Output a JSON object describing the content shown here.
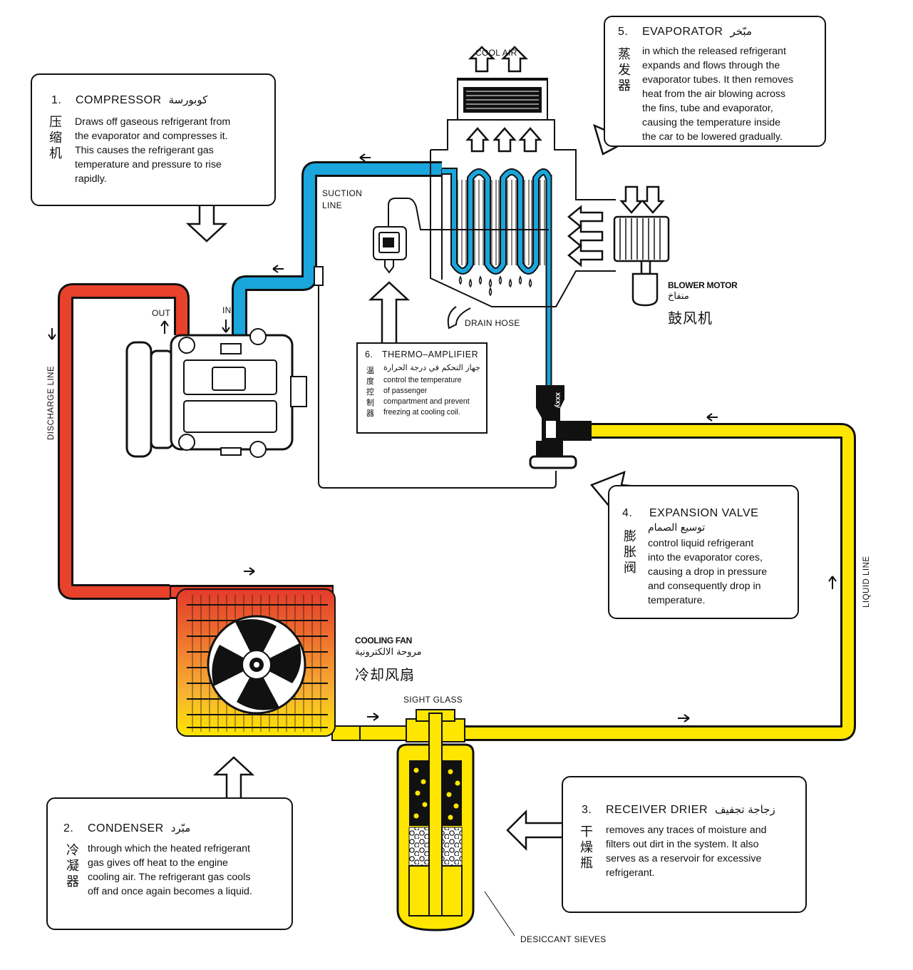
{
  "labels": {
    "cool_air": "COOL AIR",
    "suction_line": "SUCTION\nLINE",
    "suction_line_1": "SUCTION",
    "suction_line_2": "LINE",
    "out": "OUT",
    "in": "IN",
    "discharge_line": "DISCHARGE LINE",
    "liquid_line": "LIQUID LINE",
    "drain_hose": "DRAIN HOSE",
    "blower_motor_en": "BLOWER MOTOR",
    "blower_motor_ar": "منفاخ",
    "blower_motor_zh": "鼓风机",
    "cooling_fan_en": "COOLING FAN",
    "cooling_fan_ar": "مروحة الالكترونية",
    "cooling_fan_zh": "冷却风扇",
    "sight_glass": "SIGHT GLASS",
    "desiccant_sieves": "DESICCANT  SIEVES",
    "valve_mark": "xxxy"
  },
  "boxes": {
    "compressor": {
      "number": "1.",
      "title": "COMPRESSOR",
      "title_ar": "كوبورسة",
      "zh": "压缩机",
      "lines": [
        "Draws off gaseous refrigerant from",
        "the evaporator and compresses it.",
        "This causes the refrigerant gas",
        "temperature and pressure to rise",
        "rapidly."
      ]
    },
    "condenser": {
      "number": "2.",
      "title": "CONDENSER",
      "title_ar": "مبّرد",
      "zh": "冷凝器",
      "lines": [
        "through which the  heated refrigerant",
        "gas gives  off heat  to the engine",
        "cooling air. The  refrigerant gas cools",
        "off  and once again  becomes a  liquid."
      ]
    },
    "receiver_drier": {
      "number": "3.",
      "title": "RECEIVER  DRIER",
      "title_ar": "زجاجة تجفيف",
      "zh": "干燥瓶",
      "lines": [
        "removes  any traces  of moisture  and",
        "filters out  dirt in  the  system. It  also",
        "serves  as a  reservoir  for excessive",
        "refrigerant."
      ]
    },
    "expansion_valve": {
      "number": "4.",
      "title": "EXPANSION  VALVE",
      "title_ar": "توسيع الصمام",
      "zh": "膨胀阀",
      "lines": [
        "control liquid  refrigerant",
        "into the  evaporator  cores,",
        "causing a  drop  in  pressure",
        "and consequently  drop  in",
        "temperature."
      ]
    },
    "evaporator": {
      "number": "5.",
      "title": "EVAPORATOR",
      "title_ar": "مبّخر",
      "zh": "蒸发器",
      "lines": [
        "in  which the released refrigerant",
        "expands and  flows through the",
        "evaporator tubes. It  then removes",
        "heat  from the  air blowing across",
        "the  fins, tube  and evaporator,",
        "causing  the temperature inside",
        "the  car  to be  lowered gradually."
      ]
    },
    "thermo_amplifier": {
      "number": "6.",
      "title": "THERMO–AMPLIFIER",
      "title_ar": "جهاز التحكم في درجة الحرارة",
      "zh": "温度控制器",
      "lines": [
        "control the temperature",
        "of passenger",
        "compartment and prevent",
        "freezing  at  cooling coil."
      ]
    }
  },
  "colors": {
    "suction": "#1aa5dc",
    "discharge": "#e8412c",
    "liquid": "#ffe600",
    "outline": "#111111"
  }
}
